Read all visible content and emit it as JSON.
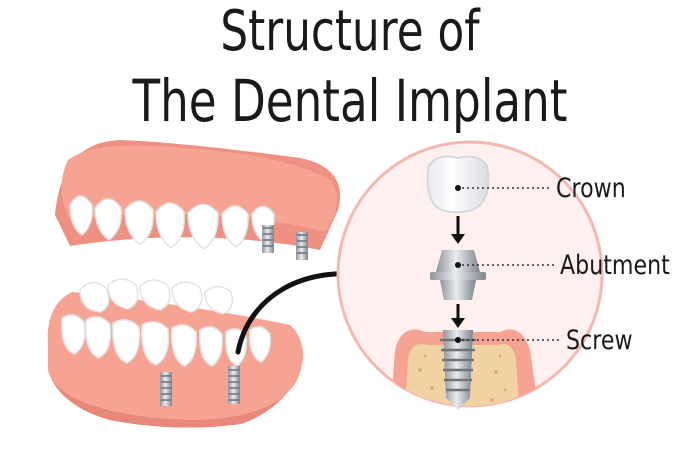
{
  "title": {
    "line1": "Structure of",
    "line2": "The Dental Implant"
  },
  "parts": [
    {
      "label": "Crown"
    },
    {
      "label": "Abutment"
    },
    {
      "label": "Screw"
    }
  ],
  "colors": {
    "gum": "#f6a394",
    "gum_dark": "#e8887a",
    "tooth": "#ffffff",
    "metal": "#b9bcc2",
    "bone": "#f1d3a3",
    "circle_bg": "#fdf0ef",
    "circle_border": "#f3b9b1"
  }
}
